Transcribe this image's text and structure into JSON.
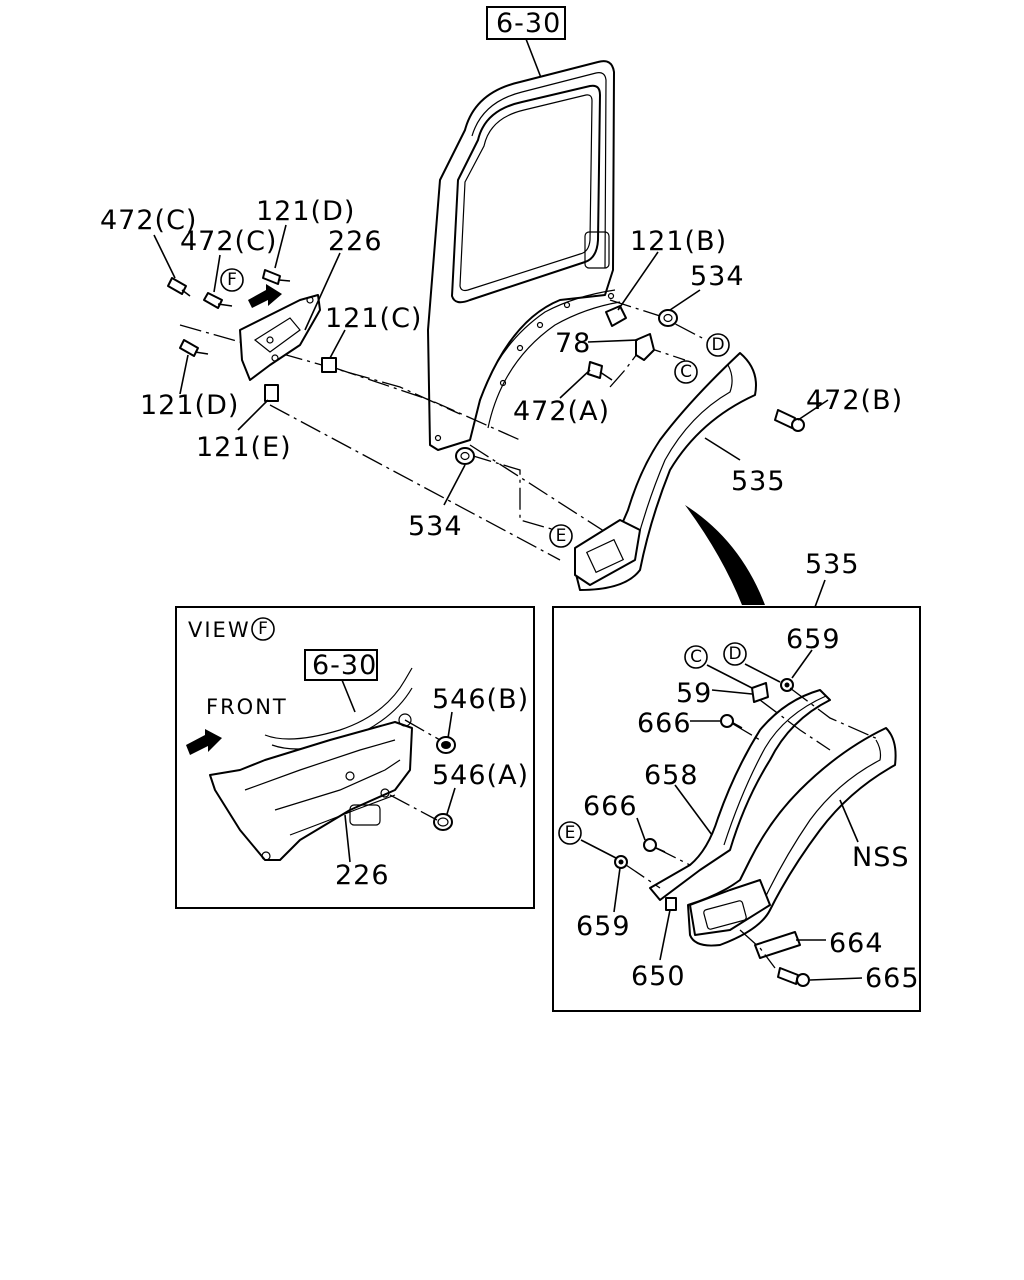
{
  "callouts": {
    "ref_6_30_top": "6-30",
    "ref_6_30_view": "6-30",
    "p472c_a": "472(C)",
    "p472c_b": "472(C)",
    "p121d_top": "121(D)",
    "p226_top": "226",
    "p121c": "121(C)",
    "p121d_bot": "121(D)",
    "p121e": "121(E)",
    "p121b": "121(B)",
    "p534_top": "534",
    "p78": "78",
    "p472a": "472(A)",
    "p472b": "472(B)",
    "p535_mid": "535",
    "p534_bot": "534",
    "p535_detail": "535",
    "p546b": "546(B)",
    "p546a": "546(A)",
    "p226_view": "226",
    "p659_top": "659",
    "p59": "59",
    "p666_top": "666",
    "p658": "658",
    "p666_mid": "666",
    "p659_bot": "659",
    "p650": "650",
    "p664": "664",
    "p665": "665",
    "nss": "NSS"
  },
  "markers": {
    "F_top": "F",
    "F_view": "F",
    "D_top": "D",
    "C_top": "C",
    "E_top": "E",
    "C_detail": "C",
    "D_detail": "D",
    "E_detail": "E"
  },
  "view_box": {
    "title": "VIEW",
    "front_label": "FRONT"
  }
}
